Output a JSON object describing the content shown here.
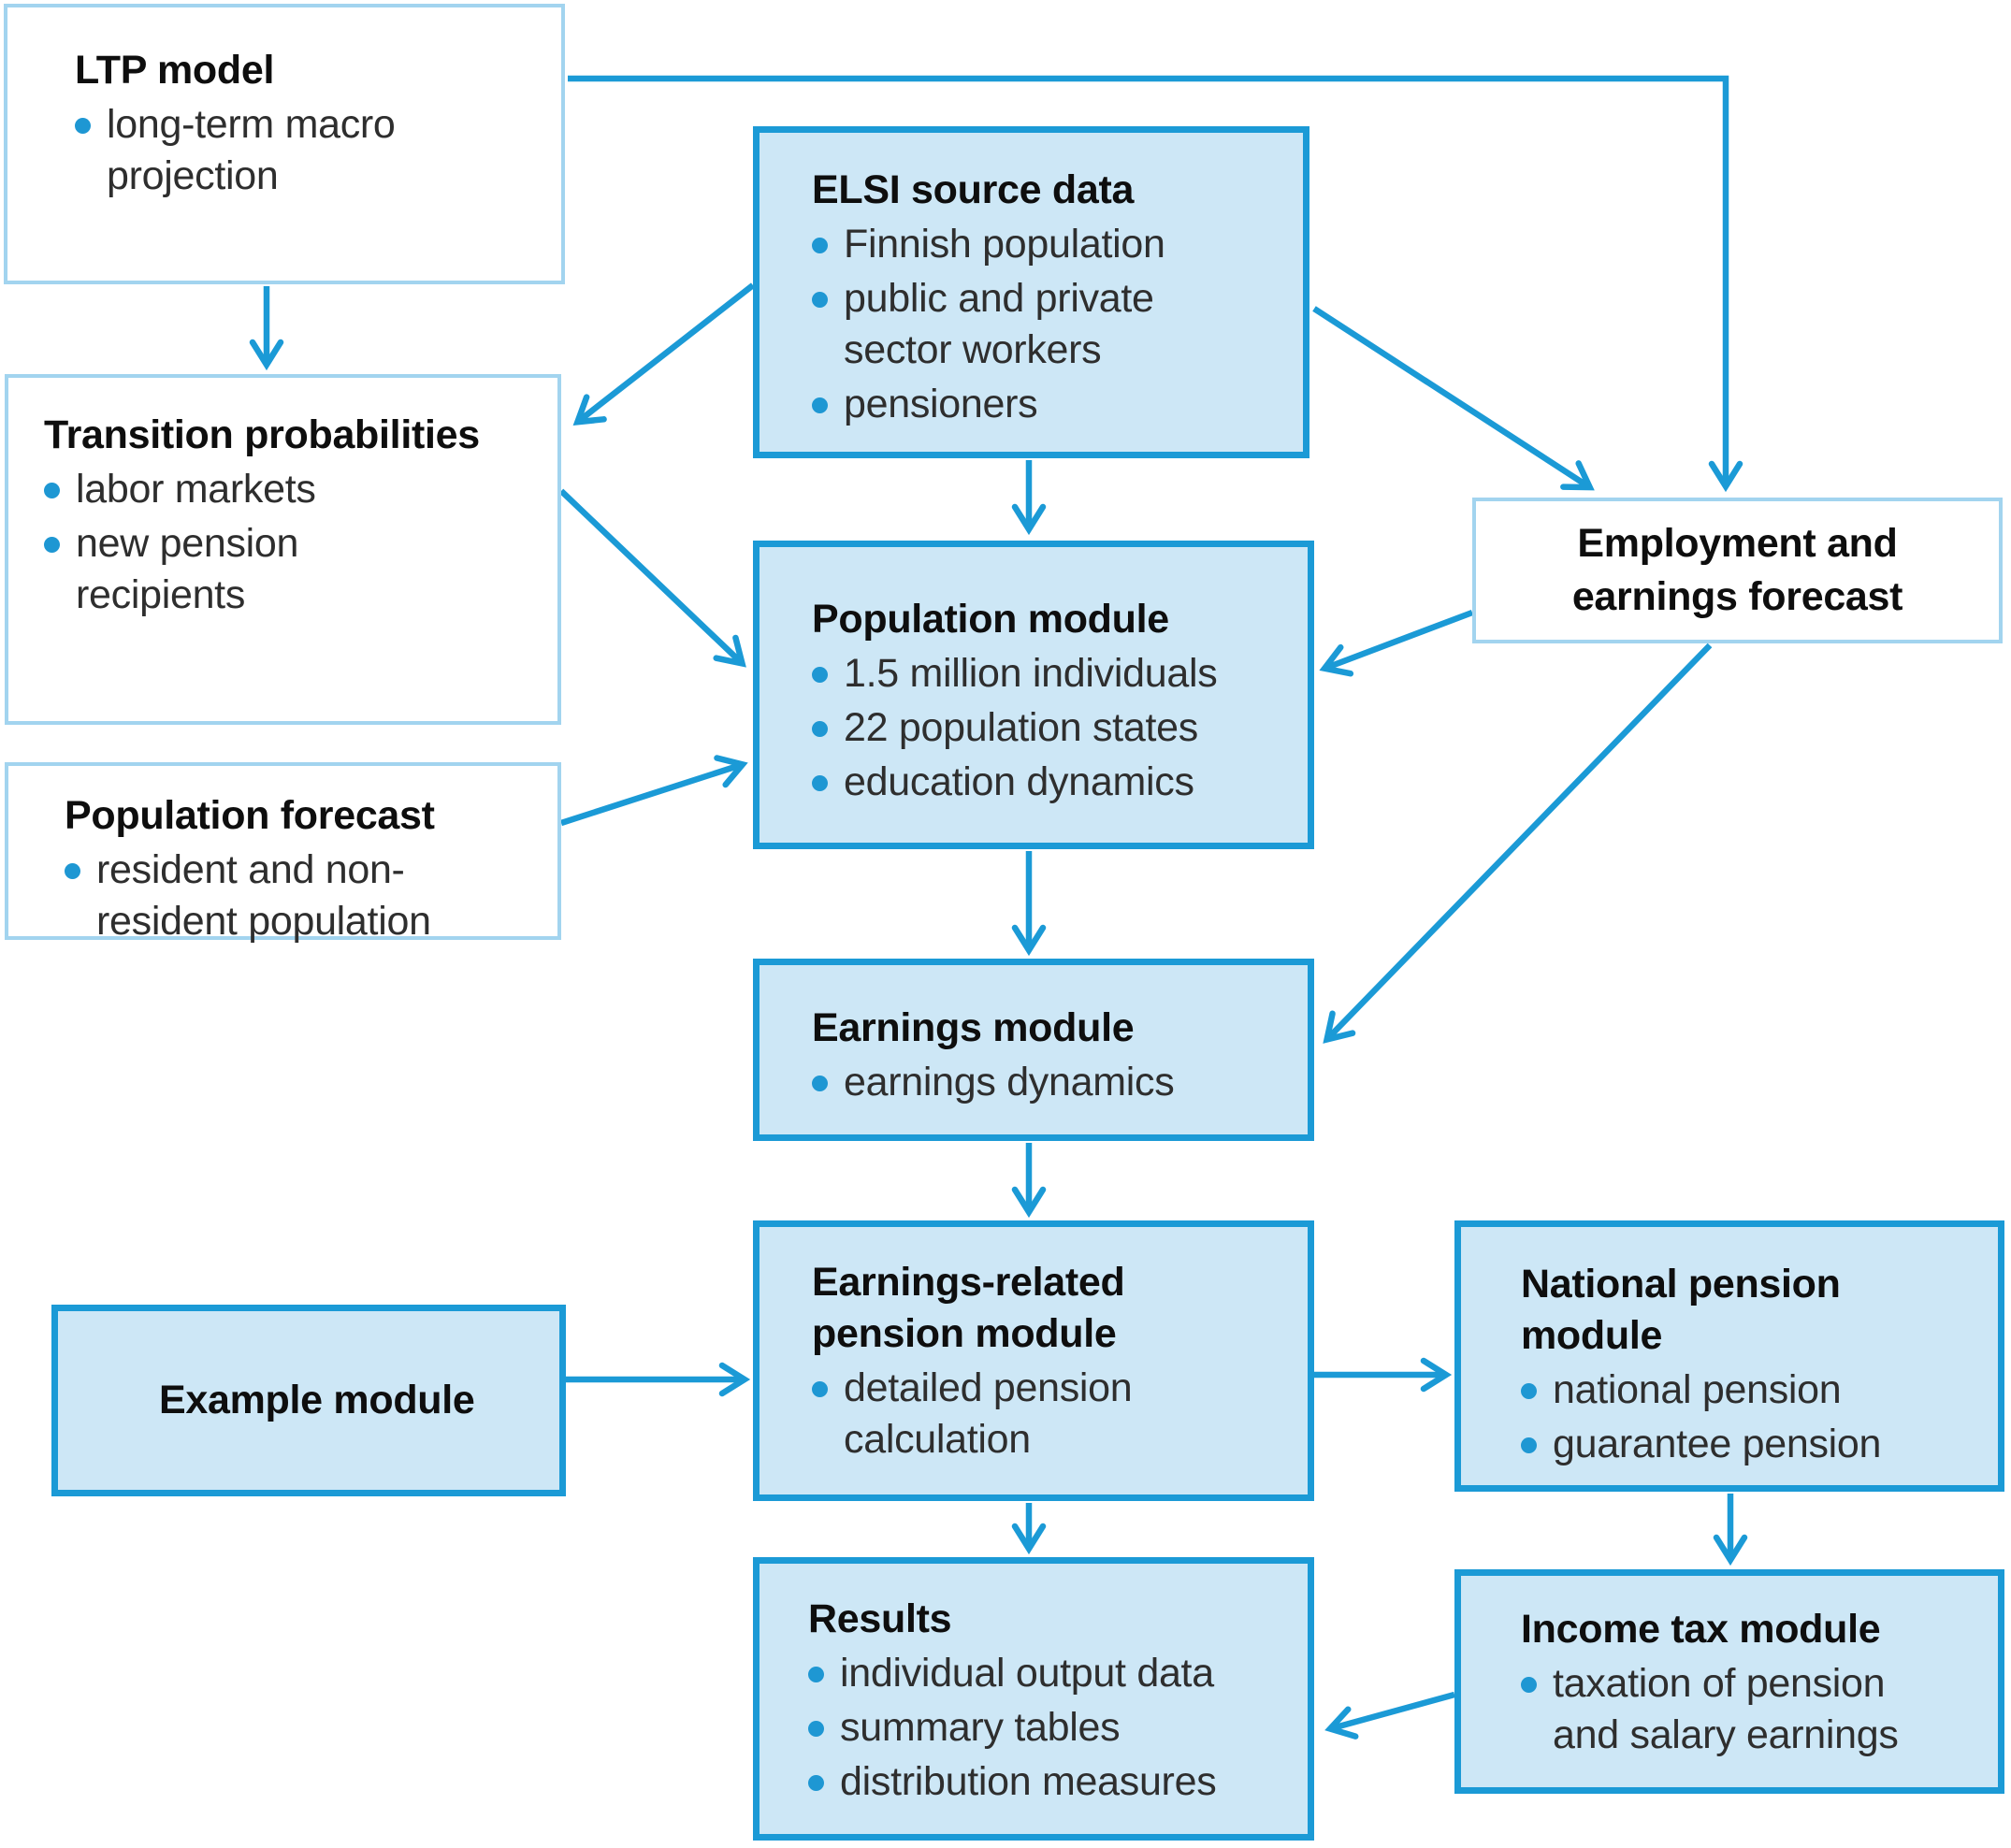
{
  "colors": {
    "arrow_and_strong_border": "#1b9ad6",
    "module_fill": "#cde7f6",
    "input_box_border": "#a2d4ef",
    "bullet_dot": "#1e97d3",
    "title_text": "#0e0e0e",
    "body_text": "#2e2e2e",
    "background": "#ffffff"
  },
  "boxes": {
    "ltp_model": {
      "title": "LTP model",
      "items": [
        "long-term macro\nprojection"
      ]
    },
    "elsi_source_data": {
      "title": "ELSI source data",
      "items": [
        "Finnish population",
        "public and private\nsector workers",
        "pensioners"
      ]
    },
    "transition_probabilities": {
      "title": "Transition probabilities",
      "items": [
        "labor markets",
        "new pension\nrecipients"
      ]
    },
    "population_forecast": {
      "title": "Population forecast",
      "items": [
        "resident and non-\nresident population"
      ]
    },
    "employment_earnings_forecast": {
      "title": "Employment and\nearnings forecast"
    },
    "population_module": {
      "title": "Population module",
      "items": [
        "1.5 million individuals",
        "22 population states",
        "education dynamics"
      ]
    },
    "earnings_module": {
      "title": "Earnings module",
      "items": [
        "earnings dynamics"
      ]
    },
    "example_module": {
      "title": "Example module"
    },
    "earnings_related_pension_module": {
      "title": "Earnings-related\npension module",
      "items": [
        "detailed pension\ncalculation"
      ]
    },
    "national_pension_module": {
      "title": "National pension\nmodule",
      "items": [
        "national pension",
        "guarantee pension"
      ]
    },
    "results": {
      "title": "Results",
      "items": [
        "individual output data",
        "summary tables",
        "distribution measures"
      ]
    },
    "income_tax_module": {
      "title": "Income tax module",
      "items": [
        "taxation of pension\nand salary earnings"
      ]
    }
  }
}
